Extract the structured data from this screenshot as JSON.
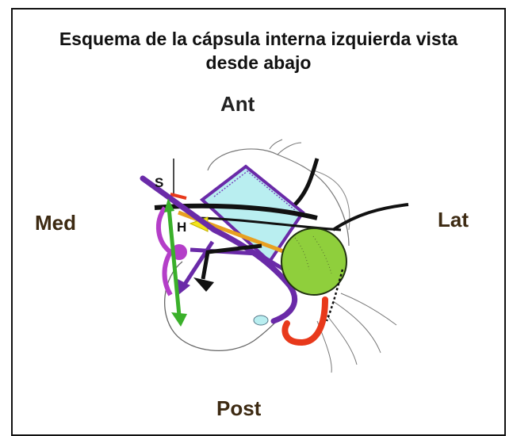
{
  "title": {
    "line1": "Esquema de la cápsula interna izquierda vista",
    "line2": "desde abajo"
  },
  "directions": {
    "anterior": "Ant",
    "medial": "Med",
    "lateral": "Lat",
    "posterior": "Post"
  },
  "markers": {
    "s": "S",
    "h": "H"
  },
  "colors": {
    "purple": "#6a2aa8",
    "green": "#3ab02a",
    "lime": "#8fcf3c",
    "cyan": "#b9eef0",
    "red": "#e8391b",
    "orange": "#e8a020",
    "yellow": "#f3e41b",
    "magenta": "#b43ec8",
    "black": "#111111"
  }
}
